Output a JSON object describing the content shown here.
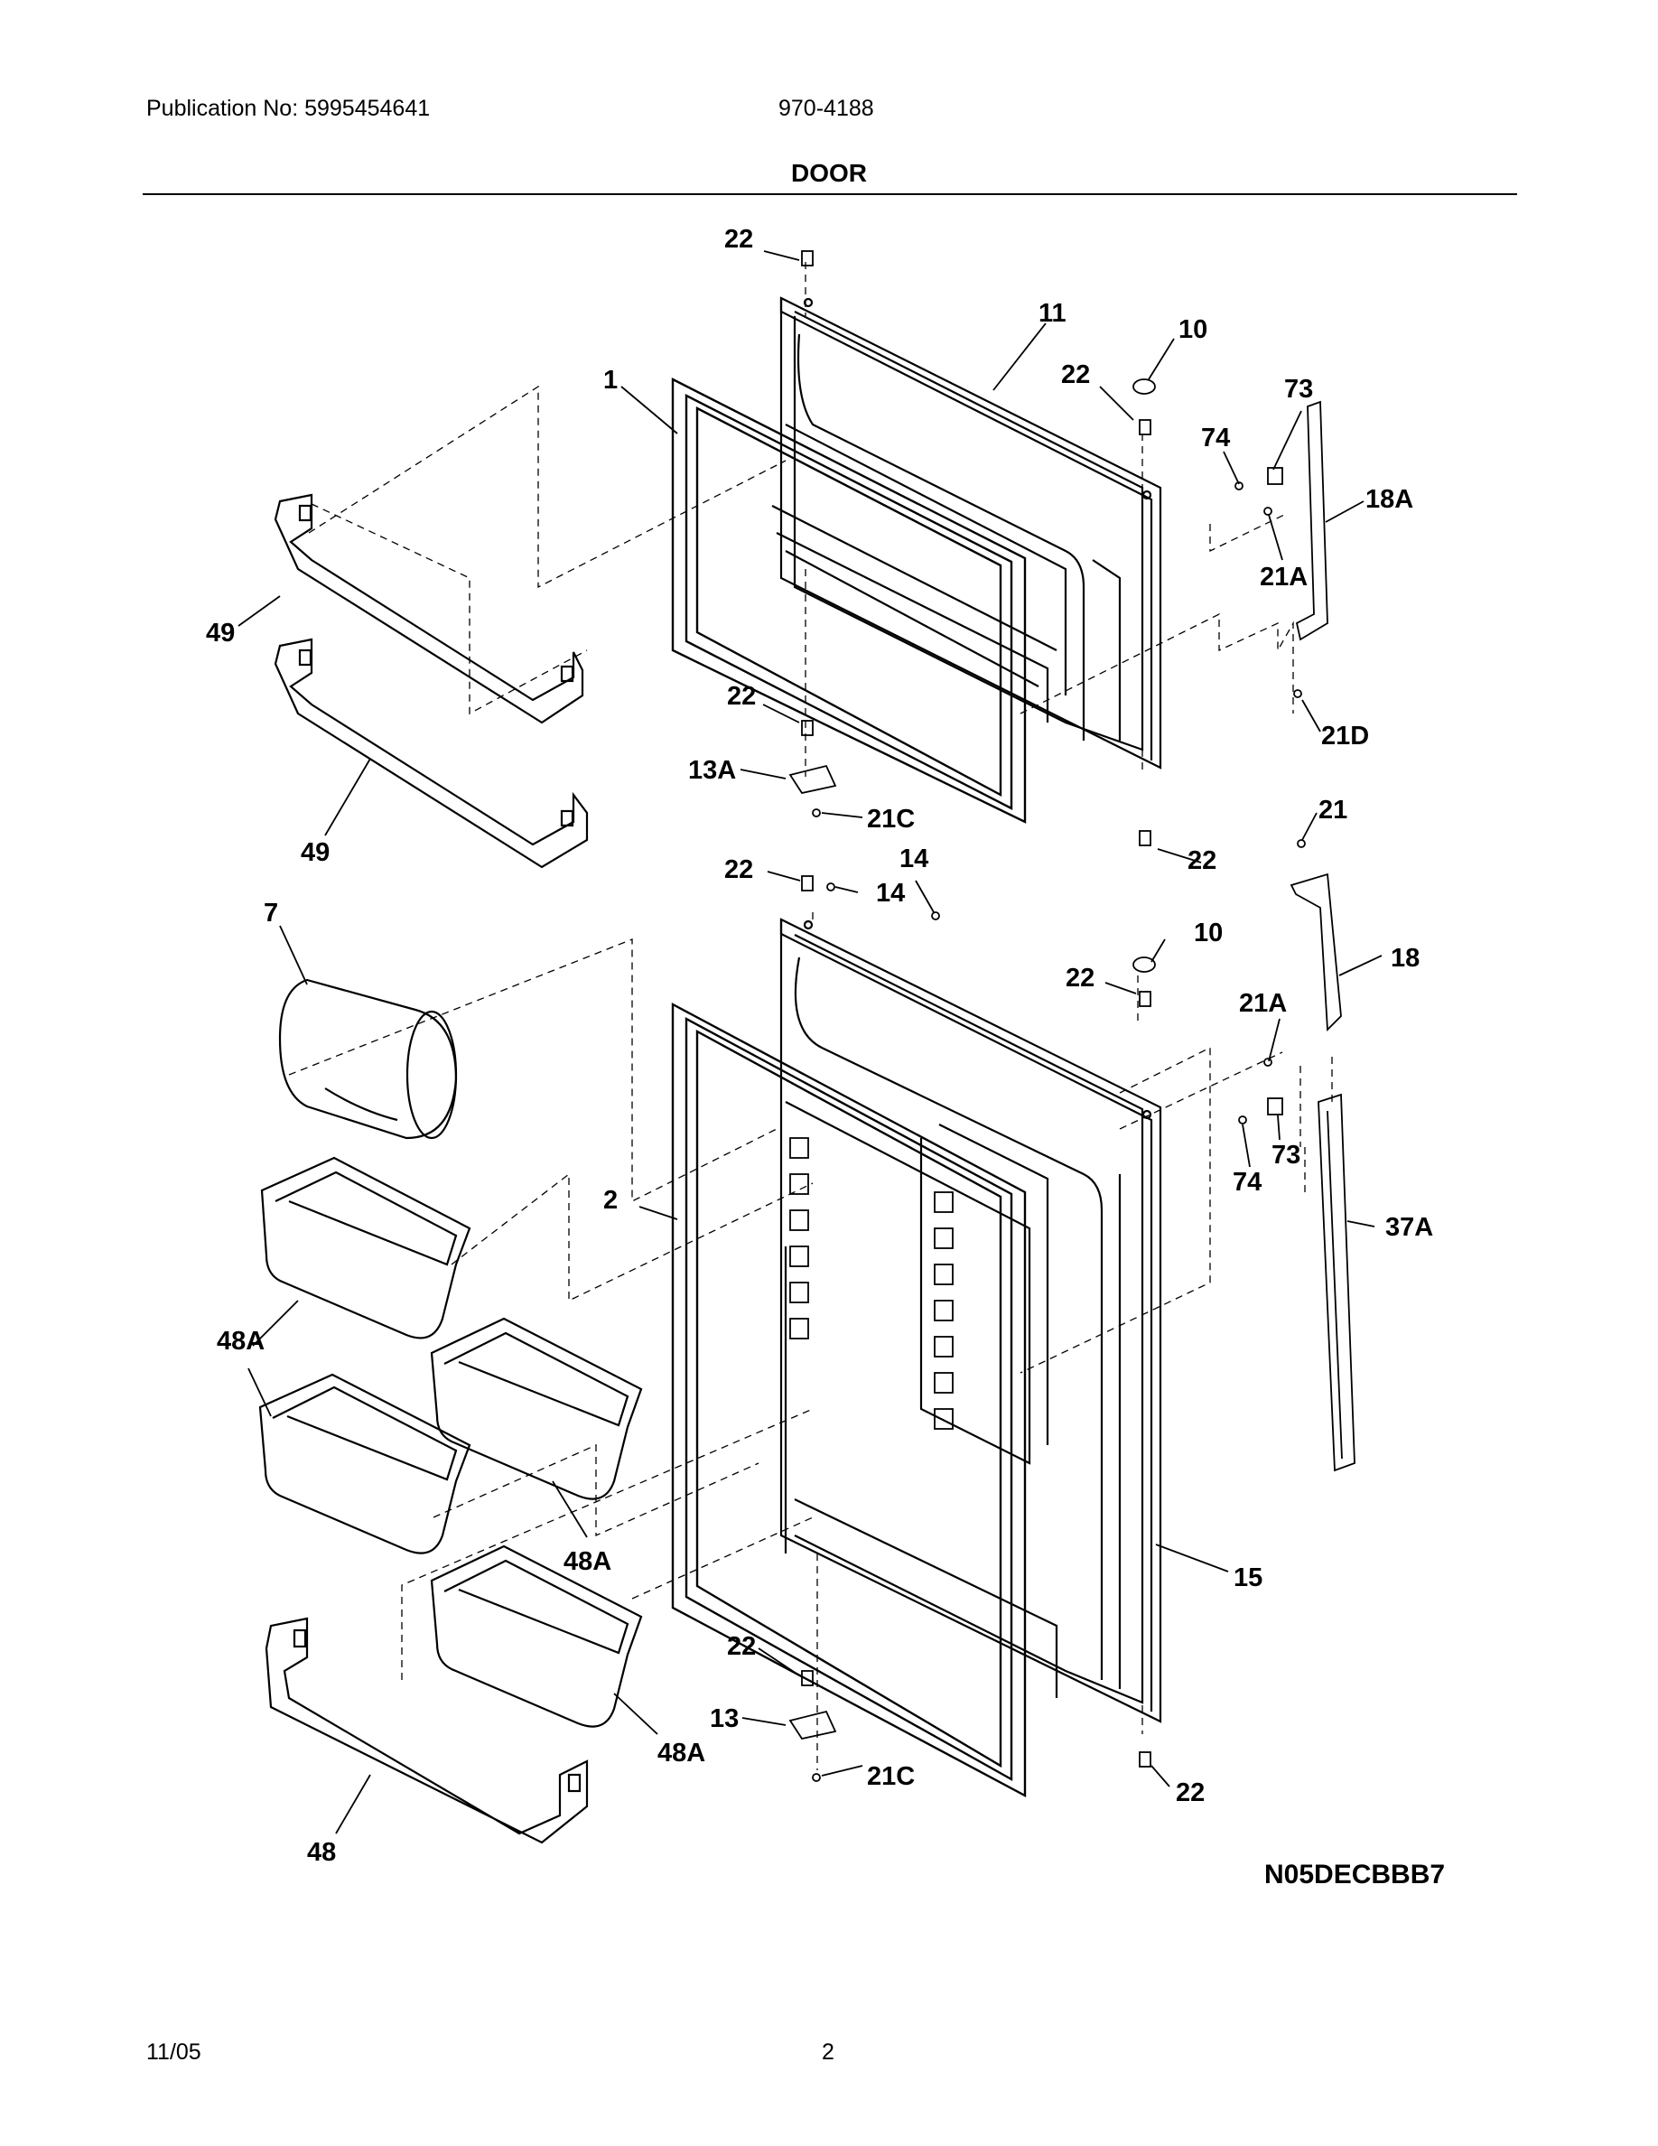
{
  "header": {
    "publication": "Publication No: 5995454641",
    "model": "970-4188",
    "title": "DOOR"
  },
  "footer": {
    "date": "11/05",
    "page": "2"
  },
  "diagram": {
    "code": "N05DECBBB7",
    "callouts": {
      "c22a": "22",
      "c11": "11",
      "c10a": "10",
      "c1": "1",
      "c22b": "22",
      "c73a": "73",
      "c74a": "74",
      "c18a": "18A",
      "c21aa": "21A",
      "c49a": "49",
      "c22c": "22",
      "c21d": "21D",
      "c13a": "13A",
      "c49b": "49",
      "c21ca": "21C",
      "c21": "21",
      "c22d": "22",
      "c14a": "14",
      "c22e": "22",
      "c14b": "14",
      "c7": "7",
      "c10b": "10",
      "c18": "18",
      "c22f": "22",
      "c21ab": "21A",
      "c73b": "73",
      "c74b": "74",
      "c2": "2",
      "c37a": "37A",
      "c48aa": "48A",
      "c48ab": "48A",
      "c15": "15",
      "c22g": "22",
      "c13": "13",
      "c48ac": "48A",
      "c21cb": "21C",
      "c22h": "22",
      "c48": "48"
    }
  }
}
